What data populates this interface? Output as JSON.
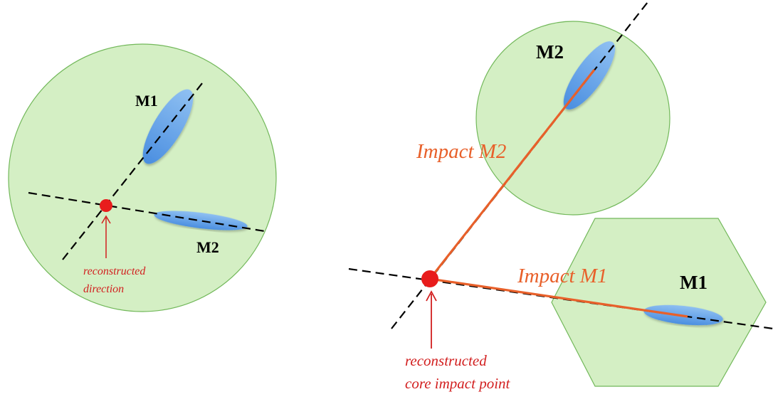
{
  "left_panel": {
    "label_m1": "M1",
    "label_m2": "M2",
    "caption_line1": "reconstructed",
    "caption_line2": "direction"
  },
  "right_panel": {
    "label_m1": "M1",
    "label_m2": "M2",
    "impact_m1": "Impact M1",
    "impact_m2": "Impact M2",
    "caption_line1": "reconstructed",
    "caption_line2": "core impact point"
  },
  "colors": {
    "camera_fill": "#d4efc4",
    "camera_stroke": "#72b85a",
    "image_ellipse": "#6aa6e6",
    "core_point": "#e81c1c",
    "arrow": "#d21f1f",
    "impact_line": "#e8602a",
    "axis_line": "#000000"
  }
}
